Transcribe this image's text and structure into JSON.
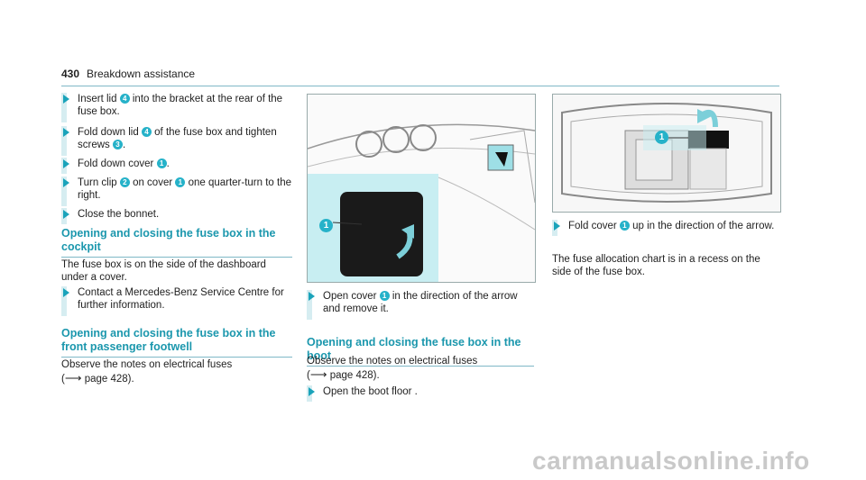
{
  "header": {
    "page_number": "430",
    "section": "Breakdown assistance"
  },
  "col1": {
    "steps_top": [
      {
        "pre": "Insert lid ",
        "badge": "4",
        "post": " into the bracket at the rear of the fuse box."
      },
      {
        "pre": "Fold down lid ",
        "badge": "4",
        "mid": " of the fuse box and tighten screws ",
        "badge2": "3",
        "post": "."
      },
      {
        "pre": "Fold down cover ",
        "badge": "1",
        "post": "."
      },
      {
        "pre": "Turn clip ",
        "badge": "2",
        "mid": " on cover ",
        "badge2": "1",
        "post": " one quarter-turn to the right."
      },
      {
        "pre": "Close the bonnet.",
        "post": ""
      }
    ],
    "cockpit_heading": "Opening and closing the fuse box in the cockpit",
    "cockpit_text": "The fuse box is on the side of the dashboard under a cover.",
    "cockpit_step": "Contact a Mercedes-Benz Service Centre for further information.",
    "footwell_heading": "Opening and closing the fuse box in the front passenger footwell",
    "footwell_text": "Observe the notes on electrical fuses",
    "footwell_ref": "page 428)."
  },
  "col2": {
    "figure_badge": "1",
    "step": {
      "pre": "Open cover ",
      "badge": "1",
      "post": " in the direction of the arrow and remove it."
    },
    "boot_heading": "Opening and closing the fuse box in the boot",
    "boot_text": "Observe the notes on electrical fuses",
    "boot_ref": "page 428).",
    "boot_step": "Open the boot floor ."
  },
  "col3": {
    "figure_badge": "1",
    "step": {
      "pre": "Fold cover ",
      "badge": "1",
      "post": " up in the direction of the arrow."
    },
    "text": "The fuse allocation chart is in a recess on the side of the fuse box."
  },
  "watermark": "carmanualsonline.info"
}
